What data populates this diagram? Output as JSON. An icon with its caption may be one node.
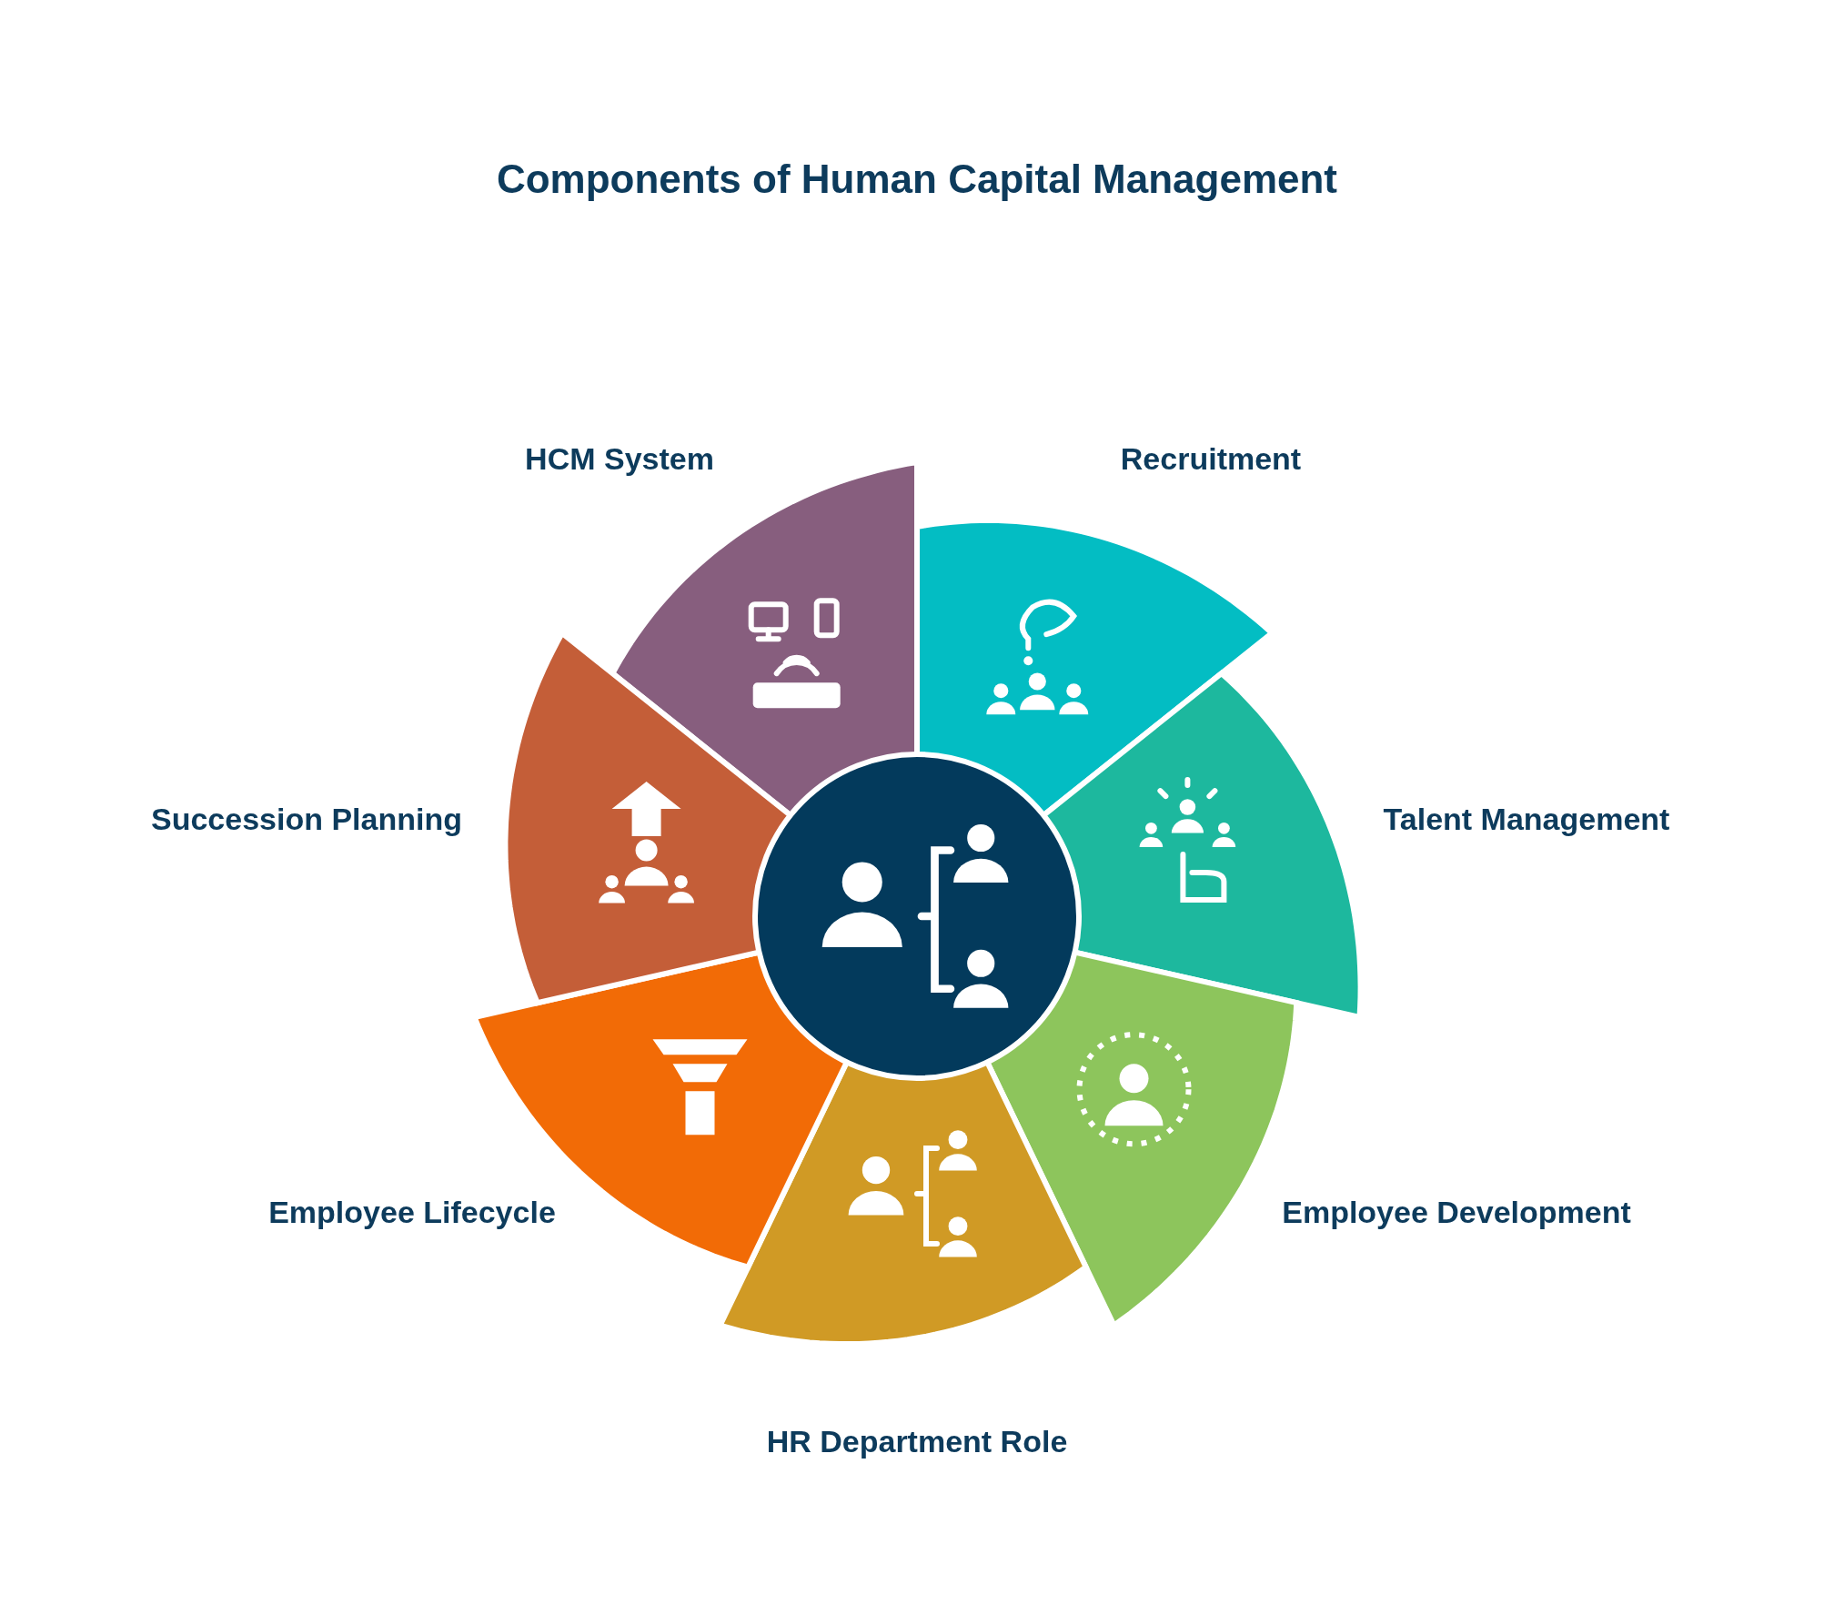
{
  "diagram": {
    "title": "Components of Human Capital Management",
    "nodes": [
      {
        "text": [],
        "shape": "circle"
      },
      {
        "text": [
          "HCM System"
        ]
      },
      {
        "text": [
          "Recruitment"
        ]
      },
      {
        "text": [
          "Talent Management"
        ]
      },
      {
        "text": [
          "Employee Development"
        ]
      },
      {
        "text": [
          "HR Department Role"
        ]
      },
      {
        "text": [
          "Employee Lifecycle"
        ]
      },
      {
        "text": [
          "Succession Planning"
        ]
      }
    ]
  }
}
